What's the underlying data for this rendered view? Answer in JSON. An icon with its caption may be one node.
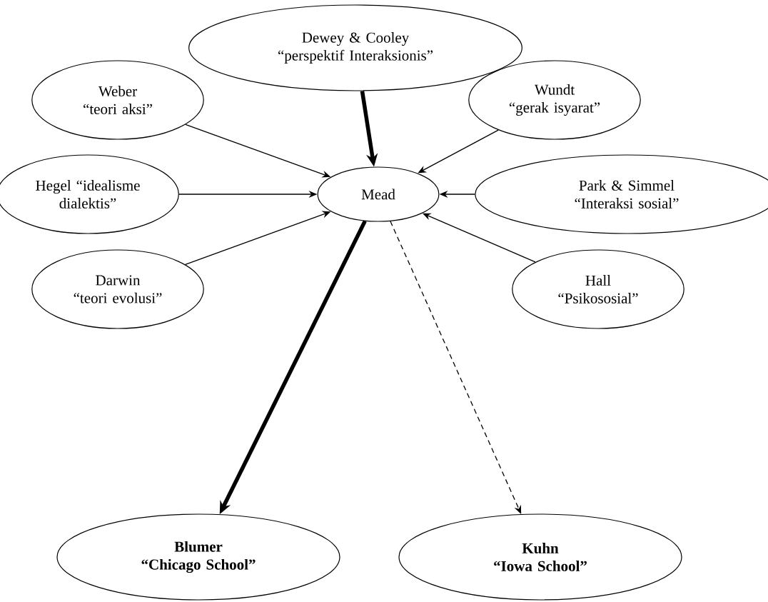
{
  "diagram": {
    "nodes": [
      {
        "text": [
          "Dewey & Cooley",
          "“perspektif Interaksionis”"
        ]
      },
      {
        "text": [
          "Weber",
          "“teori aksi”"
        ]
      },
      {
        "text": [
          "Wundt",
          "“gerak isyarat”"
        ]
      },
      {
        "text": [
          "Hegel “idealisme dialektis”"
        ]
      },
      {
        "text": [
          "Mead"
        ]
      },
      {
        "text": [
          "Park & Simmel",
          "“Interaksi sosial”"
        ]
      },
      {
        "text": [
          "Darwin",
          "“teori evolusi”"
        ]
      },
      {
        "text": [
          "Hall",
          "“Psikososial”"
        ]
      },
      {
        "text": [
          "**Blumer**",
          "**“Chicago School”**"
        ]
      },
      {
        "text": [
          "**Kuhn**",
          "**“Iowa School”**"
        ]
      }
    ],
    "edges": [
      {
        "from": 0,
        "to": 4,
        "arrow": "to",
        "style": "thick"
      },
      {
        "from": 1,
        "to": 4,
        "arrow": "to"
      },
      {
        "from": 2,
        "to": 4,
        "arrow": "to"
      },
      {
        "from": 3,
        "to": 4,
        "arrow": "to"
      },
      {
        "from": 5,
        "to": 4,
        "arrow": "to"
      },
      {
        "from": 6,
        "to": 4,
        "arrow": "to"
      },
      {
        "from": 7,
        "to": 4,
        "arrow": "to"
      },
      {
        "from": 4,
        "to": 8,
        "arrow": "to",
        "style": "thick"
      },
      {
        "from": 4,
        "to": 9,
        "arrow": "to",
        "style": "dashed"
      }
    ]
  }
}
